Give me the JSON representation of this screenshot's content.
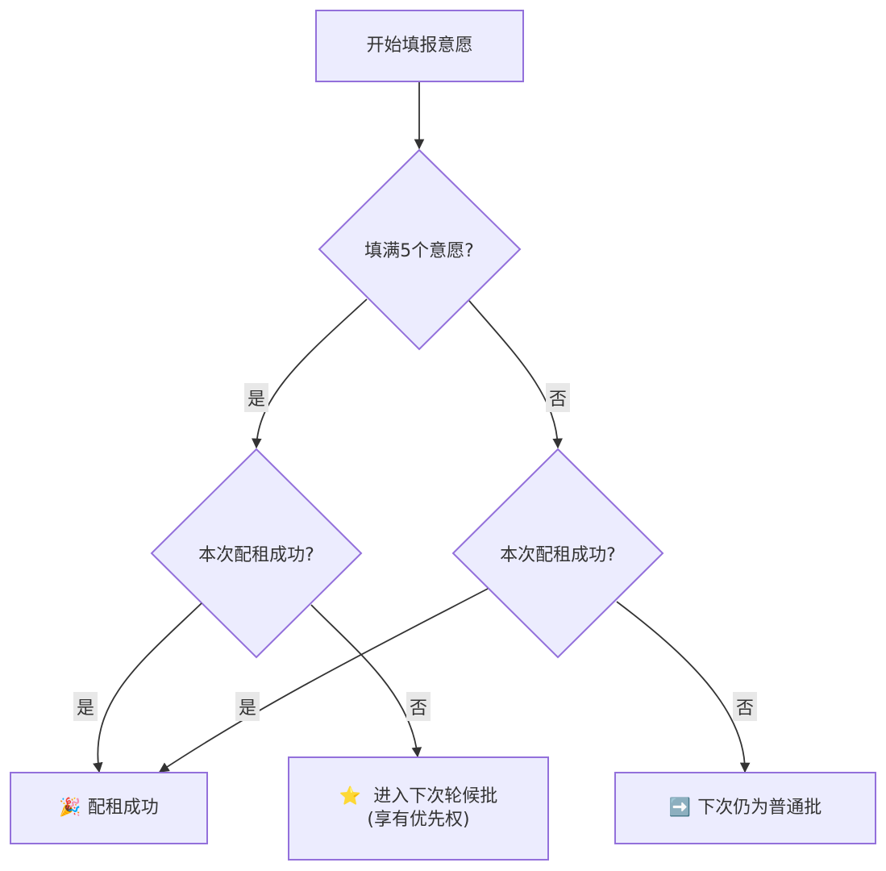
{
  "nodes": {
    "start": {
      "label": "开始填报意愿"
    },
    "decision_five": {
      "label": "填满5个意愿?"
    },
    "decision_left": {
      "label": "本次配租成功?"
    },
    "decision_right": {
      "label": "本次配租成功?"
    },
    "result_success": {
      "icon": "🎉",
      "label": "配租成功"
    },
    "result_next_priority": {
      "icon": "⭐",
      "line1": "进入下次轮候批",
      "line2": "(享有优先权)"
    },
    "result_next_normal": {
      "icon": "➡️",
      "label": "下次仍为普通批"
    }
  },
  "edges": {
    "five_yes": "是",
    "five_no": "否",
    "left_yes": "是",
    "left_no": "否",
    "right_yes": "是",
    "right_no": "否"
  },
  "colors": {
    "node_fill": "#ececfe",
    "node_stroke": "#9370db",
    "edge": "#333333",
    "label_bg": "#e8e8e8"
  }
}
